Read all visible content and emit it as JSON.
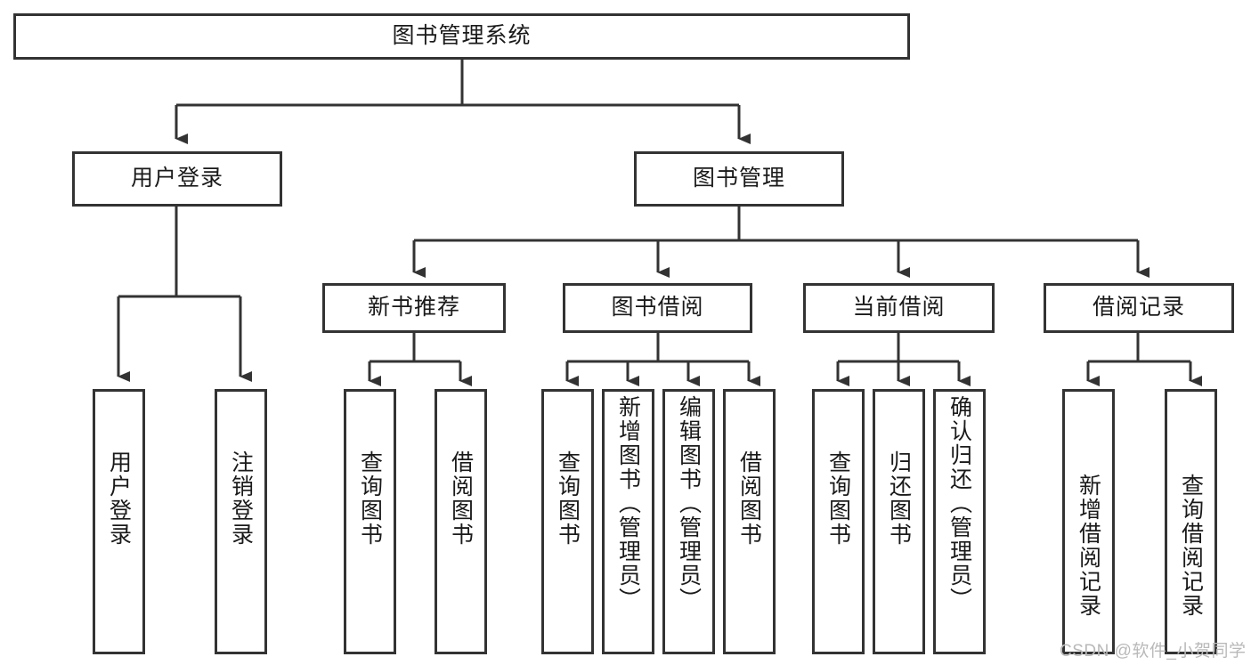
{
  "diagram": {
    "title": "图书管理系统",
    "type": "hierarchy-tree",
    "colors": {
      "box_border": "#333333",
      "box_fill": "#ffffff",
      "connector": "#333333",
      "text": "#1a1a1a",
      "watermark": "#b9b9b9",
      "background": "#ffffff"
    },
    "root": {
      "label": "图书管理系统"
    },
    "level2": [
      {
        "label": "用户登录"
      },
      {
        "label": "图书管理"
      }
    ],
    "level3": [
      {
        "label": "新书推荐"
      },
      {
        "label": "图书借阅"
      },
      {
        "label": "当前借阅"
      },
      {
        "label": "借阅记录"
      }
    ],
    "leaves": {
      "user_login": [
        {
          "label": "用户登录"
        },
        {
          "label": "注销登录"
        }
      ],
      "new_book": [
        {
          "label": "查询图书"
        },
        {
          "label": "借阅图书"
        }
      ],
      "borrow_book": [
        {
          "label": "查询图书"
        },
        {
          "label": "新增图书（管理员）"
        },
        {
          "label": "编辑图书（管理员）"
        },
        {
          "label": "借阅图书"
        }
      ],
      "current_borrow": [
        {
          "label": "查询图书"
        },
        {
          "label": "归还图书"
        },
        {
          "label": "确认归还（管理员）"
        }
      ],
      "borrow_record": [
        {
          "label": "新增借阅记录"
        },
        {
          "label": "查询借阅记录"
        }
      ]
    },
    "watermark": "CSDN @软件_小贺同学"
  }
}
